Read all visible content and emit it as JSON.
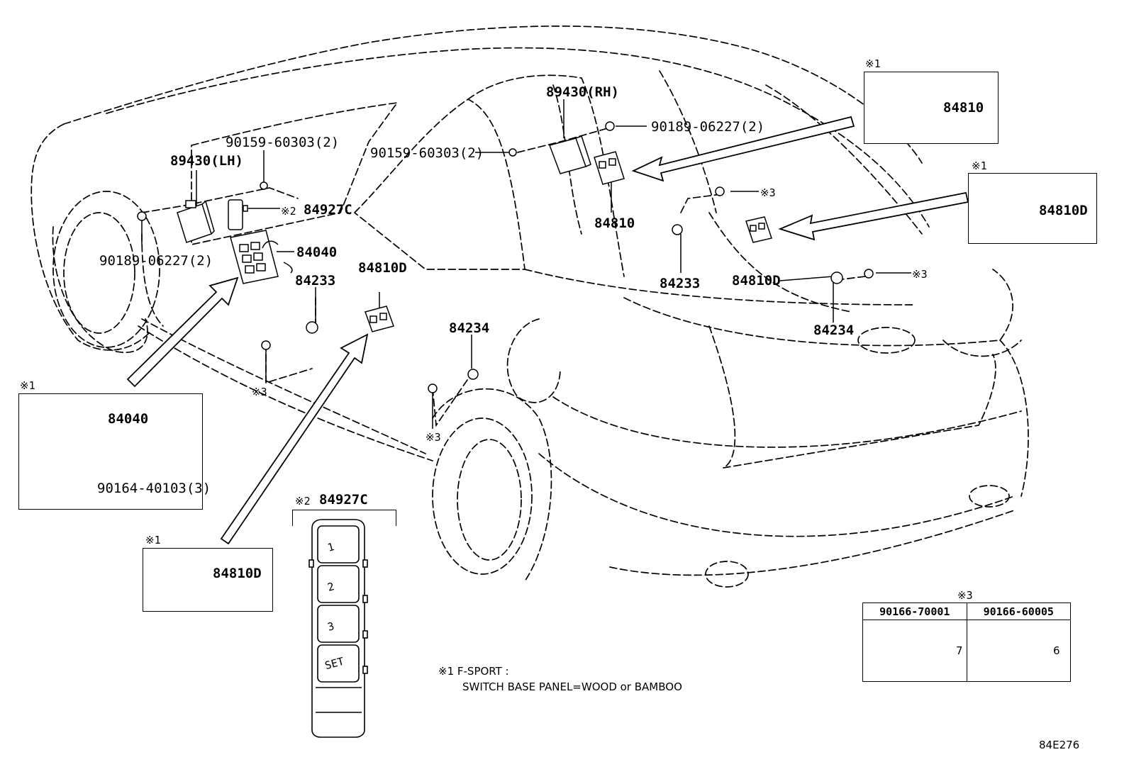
{
  "labels": {
    "relay_lh": "89430(LH)",
    "relay_rh": "89430(RH)",
    "screw_lh": "90159-60303(2)",
    "screw_rh": "90159-60303(2)",
    "clip_lh": "90189-06227(2)",
    "clip_rh": "90189-06227(2)",
    "memory_switch": "84927C",
    "master_switch": "84040",
    "lamp_left_front": "84233",
    "lamp_right_front": "84233",
    "lamp_left_rear": "84234",
    "lamp_right_rear": "84234",
    "switch_rear_left": "84810D",
    "switch_rear_right": "84810D",
    "switch_front_right": "84810",
    "mark1": "※1",
    "mark2": "※2",
    "mark3": "※3"
  },
  "inset_boxes": {
    "box_84810": {
      "mark": "※1",
      "part": "84810"
    },
    "box_84810d_right": {
      "mark": "※1",
      "part": "84810D"
    },
    "box_84040": {
      "mark": "※1",
      "part": "84040",
      "screw": "90164-40103(3)"
    },
    "box_84810d_left": {
      "mark": "※1",
      "part": "84810D"
    },
    "box_84927c": {
      "mark": "※2",
      "part": "84927C",
      "buttons": [
        "1",
        "2",
        "3",
        "SET"
      ]
    }
  },
  "clip_table": {
    "mark": "※3",
    "left_part": "90166-70001",
    "right_part": "90166-60005",
    "left_dim": "7",
    "right_dim": "6"
  },
  "footnote": {
    "line1": "※1 F-SPORT :",
    "line2": "SWITCH BASE PANEL=WOOD or BAMBOO"
  },
  "diagram_code": "84E276"
}
